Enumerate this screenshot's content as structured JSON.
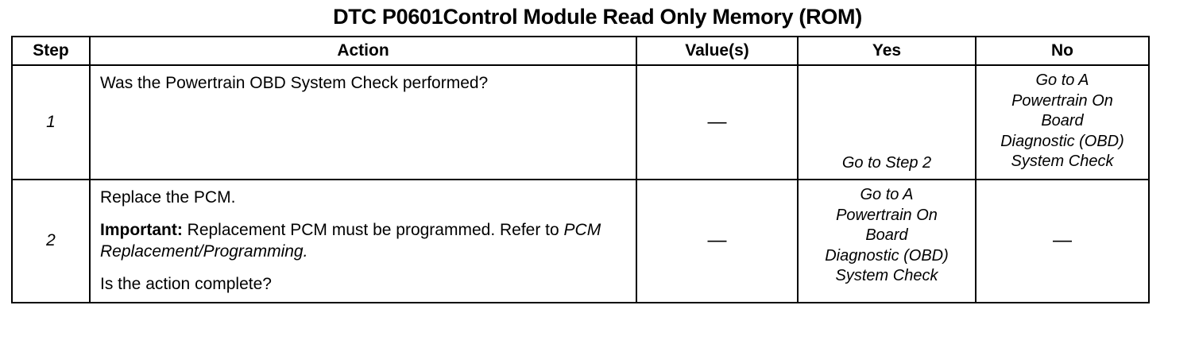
{
  "title": "DTC P0601Control Module Read Only Memory (ROM)",
  "table": {
    "headers": {
      "step": "Step",
      "action": "Action",
      "value": "Value(s)",
      "yes": "Yes",
      "no": "No"
    },
    "rows": [
      {
        "step": "1",
        "action": {
          "line1": "Was the Powertrain OBD System Check performed?",
          "important_label": "",
          "important_text": "",
          "refer_prefix": "",
          "refer_italic": "",
          "question": ""
        },
        "value": "—",
        "yes": {
          "align": "bottom",
          "lines": [
            "Go to Step 2"
          ]
        },
        "no": {
          "align": "top",
          "lines": [
            "Go to A",
            "Powertrain On",
            "Board",
            "Diagnostic (OBD)",
            "System Check"
          ]
        }
      },
      {
        "step": "2",
        "action": {
          "line1": "Replace the PCM.",
          "important_label": "Important:",
          "important_text": " Replacement PCM must be programmed. Refer to ",
          "refer_prefix": "",
          "refer_italic": "PCM Replacement/Programming.",
          "question": "Is the action complete?"
        },
        "value": "—",
        "yes": {
          "align": "top",
          "lines": [
            "Go to A",
            "Powertrain On",
            "Board",
            "Diagnostic (OBD)",
            "System Check"
          ]
        },
        "no": {
          "align": "middle",
          "lines": [
            "—"
          ]
        }
      }
    ]
  },
  "colors": {
    "border": "#000000",
    "text": "#000000",
    "background": "#ffffff"
  }
}
